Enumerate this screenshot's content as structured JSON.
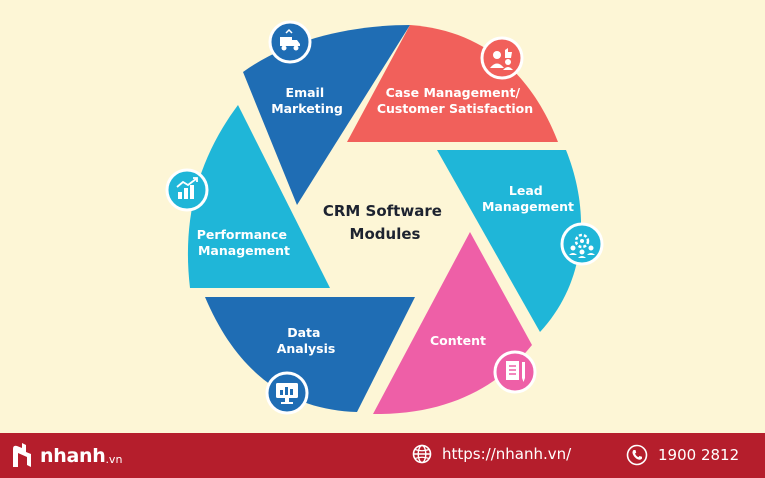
{
  "diagram": {
    "center_lines": [
      "CRM Software",
      "Modules"
    ],
    "segments": [
      {
        "lines": [
          "Email",
          "Marketing"
        ],
        "color": "#1f6db4",
        "icon": "truck-icon"
      },
      {
        "lines": [
          "Case Management/",
          "Customer Satisfaction"
        ],
        "color": "#f1605b",
        "icon": "thumbs-up-icon"
      },
      {
        "lines": [
          "Lead",
          "Management"
        ],
        "color": "#1fb6d8",
        "icon": "team-gear-icon"
      },
      {
        "lines": [
          "Content"
        ],
        "color": "#ee5fa7",
        "icon": "document-pen-icon"
      },
      {
        "lines": [
          "Data",
          "Analysis"
        ],
        "color": "#1f6db4",
        "icon": "monitor-chart-icon"
      },
      {
        "lines": [
          "Performance",
          "Management"
        ],
        "color": "#1fb6d8",
        "icon": "growth-chart-icon"
      }
    ]
  },
  "footer": {
    "brand_name": "nhanh",
    "brand_tld": ".vn",
    "website": "https://nhanh.vn/",
    "phone": "1900 2812",
    "color": "#b51e2c"
  }
}
